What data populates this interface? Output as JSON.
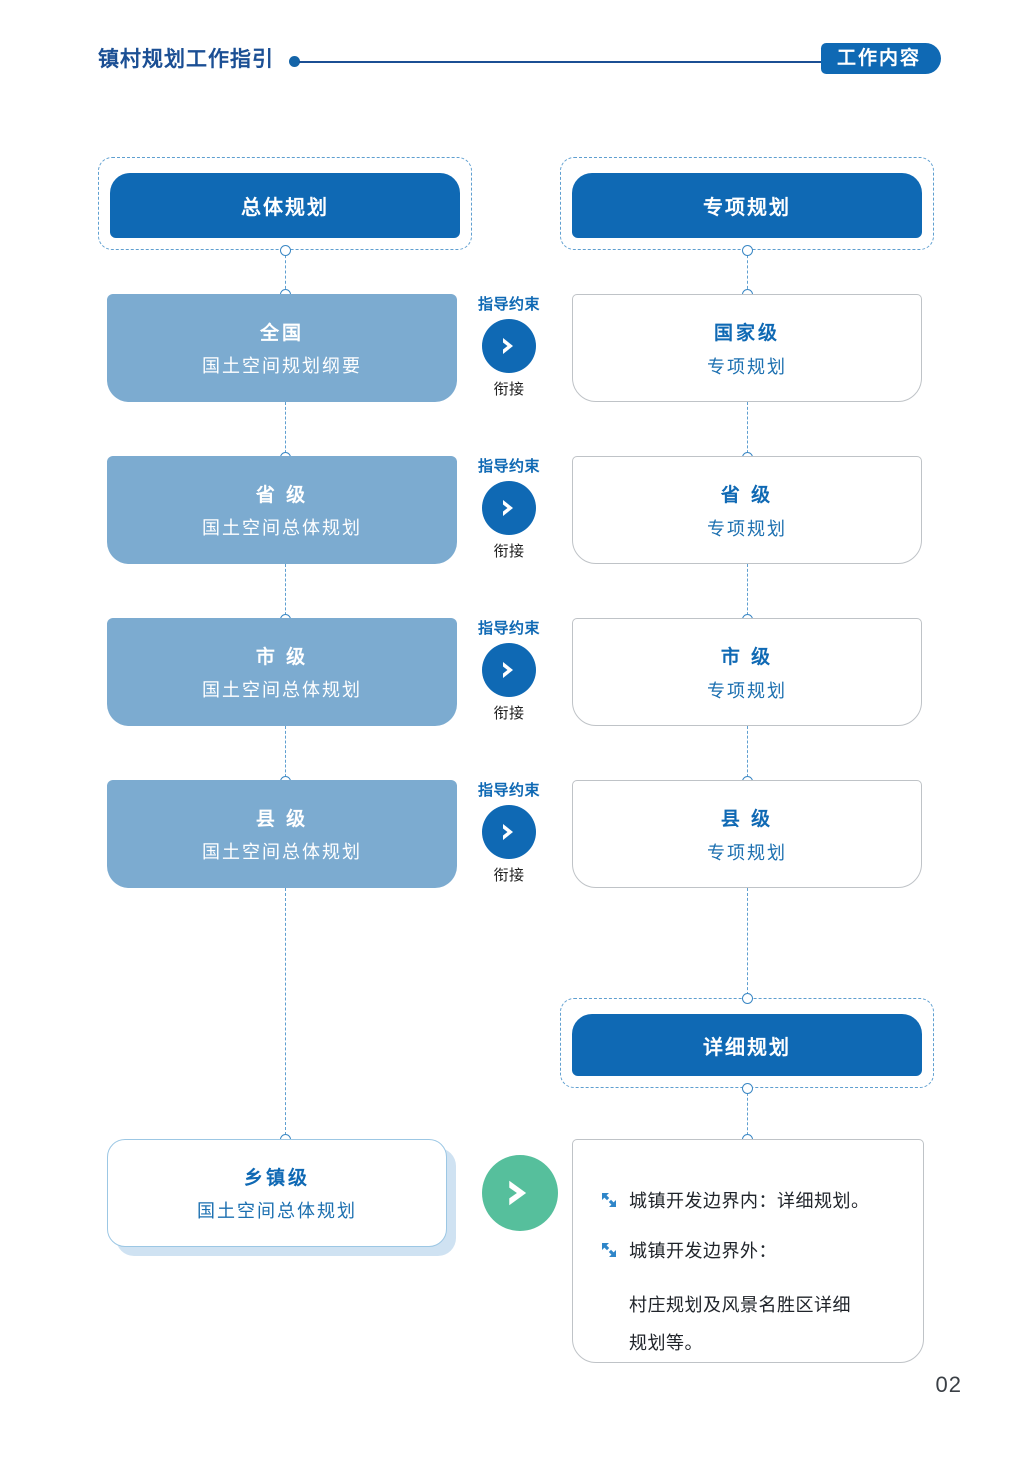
{
  "header": {
    "title": "镇村规划工作指引",
    "badge": "工作内容",
    "dot_icon": "bullet-dot-icon"
  },
  "diagram": {
    "columns": [
      {
        "id": "overall",
        "title": "总体规划"
      },
      {
        "id": "special",
        "title": "专项规划"
      }
    ],
    "detail_group_title": "详细规划",
    "left_levels": [
      {
        "level": "全国",
        "plan": "国土空间规划纲要"
      },
      {
        "level": "省 级",
        "plan": "国土空间总体规划"
      },
      {
        "level": "市 级",
        "plan": "国土空间总体规划"
      },
      {
        "level": "县 级",
        "plan": "国土空间总体规划"
      }
    ],
    "right_levels": [
      {
        "level": "国家级",
        "plan": "专项规划"
      },
      {
        "level": "省 级",
        "plan": "专项规划"
      },
      {
        "level": "市 级",
        "plan": "专项规划"
      },
      {
        "level": "县 级",
        "plan": "专项规划"
      }
    ],
    "arrows": [
      {
        "top": "指导约束",
        "bottom": "衔接",
        "icon": "arrow-right-icon"
      },
      {
        "top": "指导约束",
        "bottom": "衔接",
        "icon": "arrow-right-icon"
      },
      {
        "top": "指导约束",
        "bottom": "衔接",
        "icon": "arrow-right-icon"
      },
      {
        "top": "指导约束",
        "bottom": "衔接",
        "icon": "arrow-right-icon"
      }
    ],
    "township": {
      "level": "乡镇级",
      "plan": "国土空间总体规划"
    },
    "green_arrow_icon": "arrow-right-icon",
    "notes": [
      {
        "bullet_icon": "diagonal-arrows-icon",
        "text": "城镇开发边界内：详细规划。"
      },
      {
        "bullet_icon": "diagonal-arrows-icon",
        "text": "城镇开发边界外："
      }
    ],
    "note_sub_lines": [
      "村庄规划及风景名胜区详细",
      "规划等。"
    ]
  },
  "footer": {
    "page_number": "02"
  },
  "colors": {
    "brand_blue": "#0f69b4",
    "title_blue": "#1b4f94",
    "mid_blue": "#7cabd0",
    "dash_blue": "#5f9fd0",
    "green": "#56bf9c",
    "shadow_blue": "#cfe2f2"
  }
}
